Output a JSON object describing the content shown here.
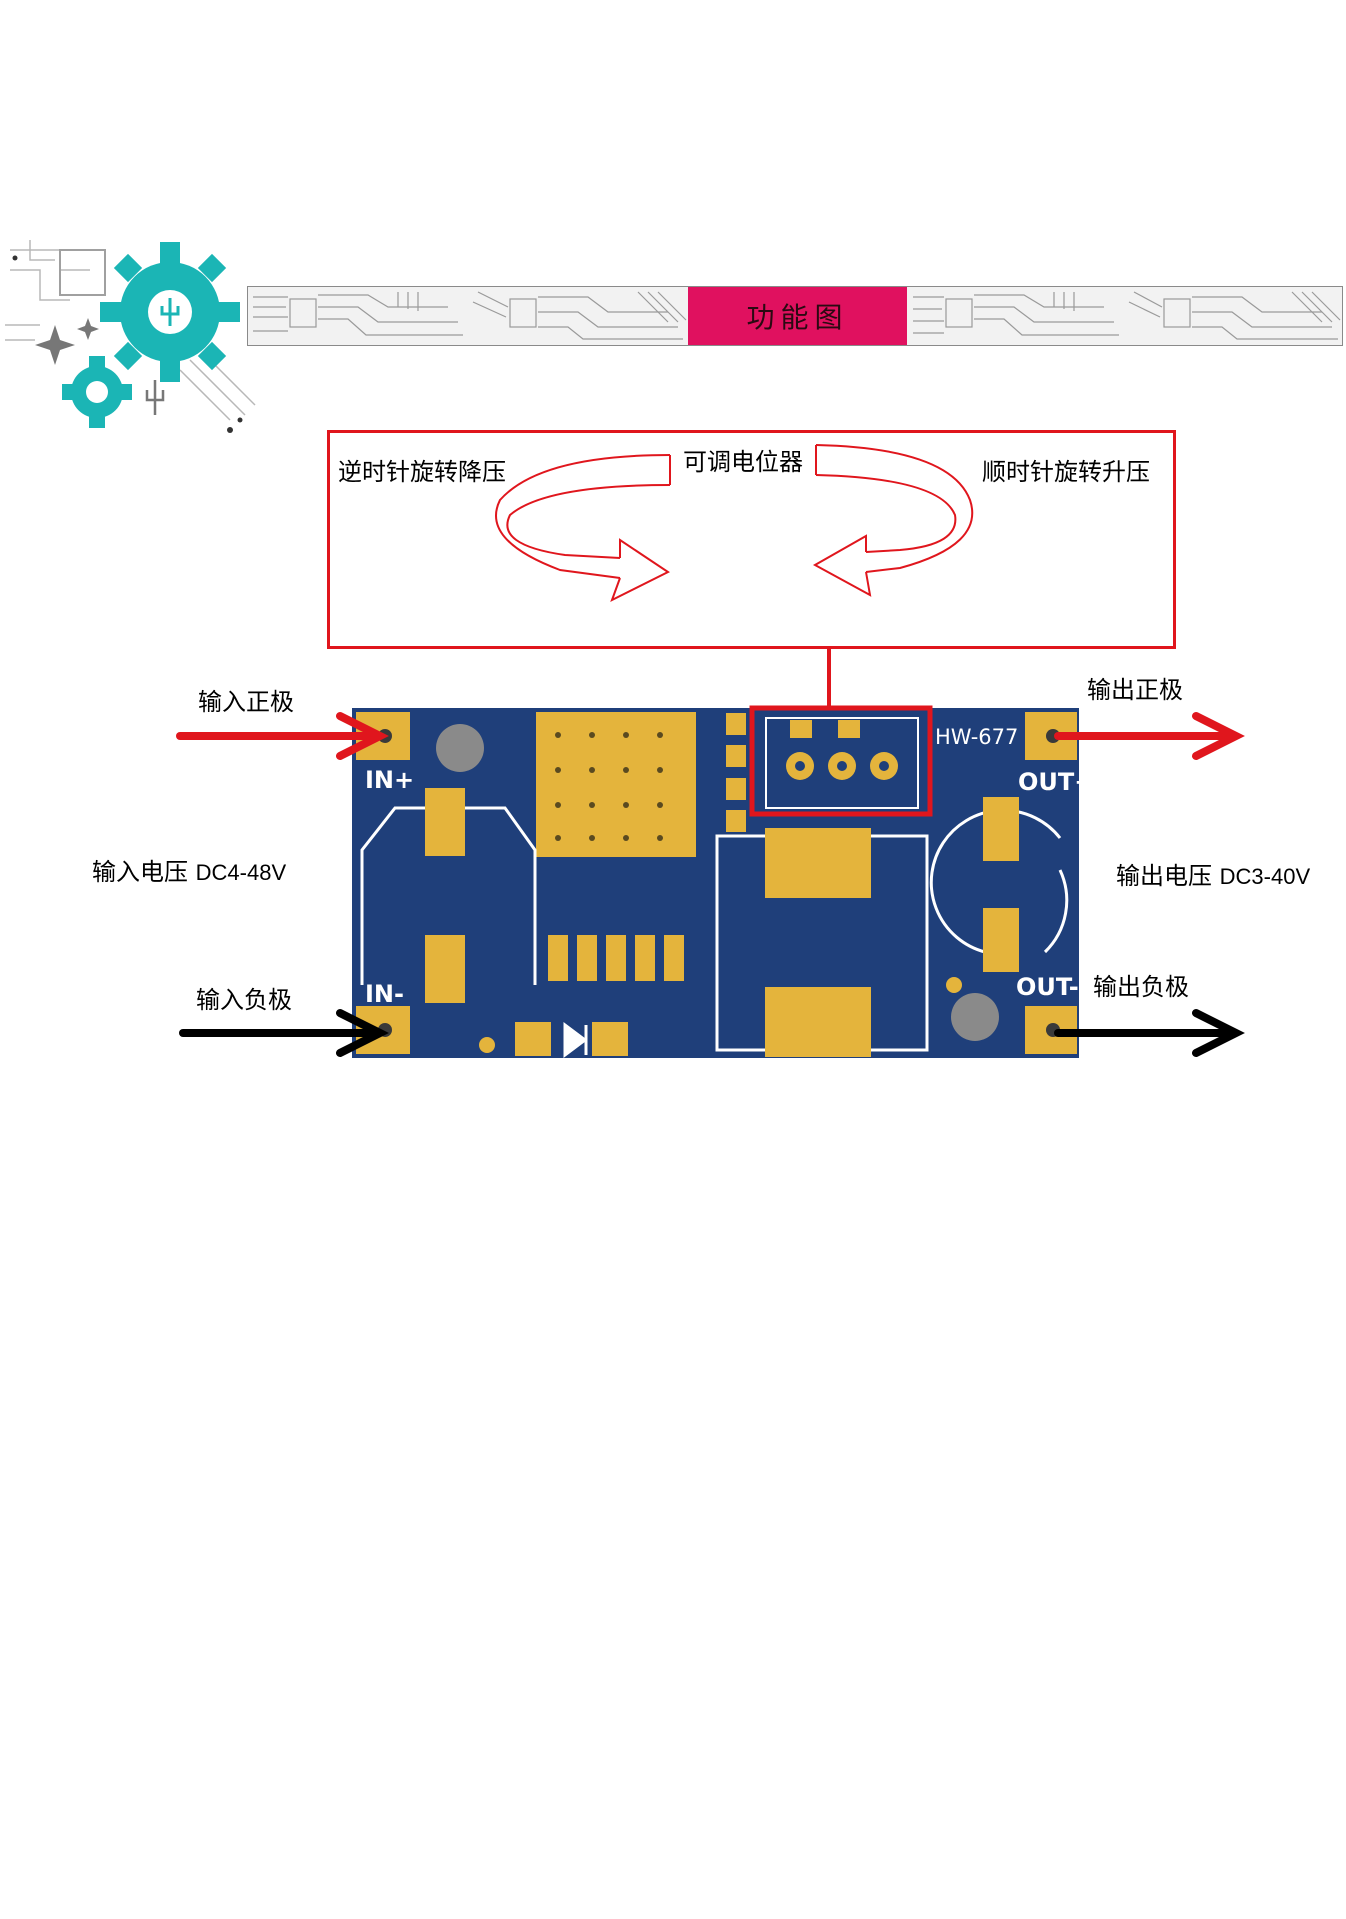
{
  "banner": {
    "title": "功能图"
  },
  "adjust_box": {
    "potentiometer_label": "可调电位器",
    "ccw_label": "逆时针旋转降压",
    "cw_label": "顺时针旋转升压"
  },
  "terminals": {
    "input_positive": "输入正极",
    "input_negative": "输入负极",
    "output_positive": "输出正极",
    "output_negative": "输出负极"
  },
  "voltages": {
    "input_label": "输入电压",
    "input_value": "DC4-48V",
    "output_label": "输出电压",
    "output_value": "DC3-40V"
  },
  "board": {
    "model": "HW-677",
    "in_plus": "IN+",
    "in_minus": "IN-",
    "out_plus": "OUT+",
    "out_minus": "OUT-"
  },
  "colors": {
    "banner_accent": "#e0115f",
    "highlight_red": "#e0161d",
    "pcb_blue": "#1f3f7a",
    "pad_gold": "#e4b43c",
    "gear_teal": "#1bb5b5"
  }
}
